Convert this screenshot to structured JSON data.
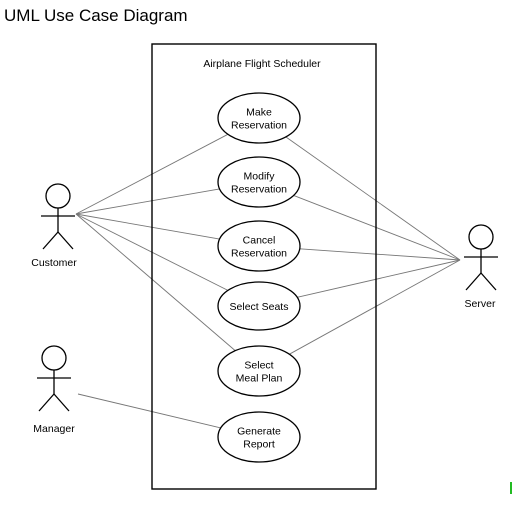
{
  "title": "UML Use Case Diagram",
  "system": {
    "name": "Airplane Flight Scheduler"
  },
  "actors": [
    {
      "id": "customer",
      "label": "Customer"
    },
    {
      "id": "manager",
      "label": "Manager"
    },
    {
      "id": "server",
      "label": "Server"
    }
  ],
  "use_cases": [
    {
      "id": "make-reservation",
      "lines": [
        "Make",
        "Reservation"
      ]
    },
    {
      "id": "modify-reservation",
      "lines": [
        "Modify",
        "Reservation"
      ]
    },
    {
      "id": "cancel-reservation",
      "lines": [
        "Cancel",
        "Reservation"
      ]
    },
    {
      "id": "select-seats",
      "lines": [
        "Select Seats"
      ]
    },
    {
      "id": "select-meal-plan",
      "lines": [
        "Select",
        "Meal Plan"
      ]
    },
    {
      "id": "generate-report",
      "lines": [
        "Generate",
        "Report"
      ]
    }
  ],
  "associations": [
    {
      "actor": "customer",
      "use_case": "make-reservation"
    },
    {
      "actor": "customer",
      "use_case": "modify-reservation"
    },
    {
      "actor": "customer",
      "use_case": "cancel-reservation"
    },
    {
      "actor": "customer",
      "use_case": "select-seats"
    },
    {
      "actor": "customer",
      "use_case": "select-meal-plan"
    },
    {
      "actor": "manager",
      "use_case": "generate-report"
    },
    {
      "actor": "server",
      "use_case": "make-reservation"
    },
    {
      "actor": "server",
      "use_case": "modify-reservation"
    },
    {
      "actor": "server",
      "use_case": "cancel-reservation"
    },
    {
      "actor": "server",
      "use_case": "select-seats"
    },
    {
      "actor": "server",
      "use_case": "select-meal-plan"
    }
  ]
}
